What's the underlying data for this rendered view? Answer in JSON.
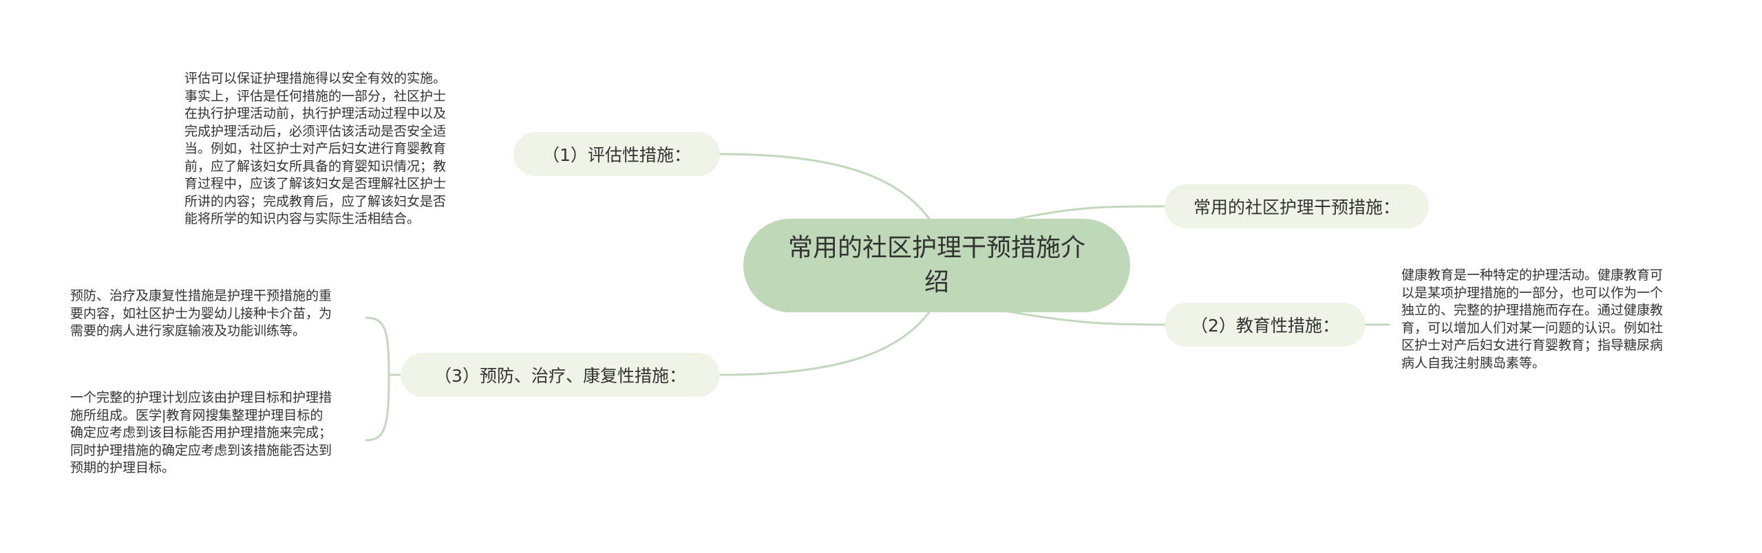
{
  "mindmap": {
    "root": {
      "title": "常用的社区护理干预措施介绍"
    },
    "branches": {
      "assessment": {
        "label": "（1）评估性措施："
      },
      "common": {
        "label": "常用的社区护理干预措施："
      },
      "education": {
        "label": "（2）教育性措施："
      },
      "prevention": {
        "label": "（3）预防、治疗、康复性措施："
      }
    },
    "notes": {
      "assessment": "评估可以保证护理措施得以安全有效的实施。\n事实上，评估是任何措施的一部分，社区护士\n在执行护理活动前，执行护理活动过程中以及\n完成护理活动后，必须评估该活动是否安全适\n当。例如，社区护士对产后妇女进行育婴教育\n前，应了解该妇女所具备的育婴知识情况；教\n育过程中，应该了解该妇女是否理解社区护士\n所讲的内容；完成教育后，应了解该妇女是否\n能将所学的知识内容与实际生活相结合。",
      "education": "健康教育是一种特定的护理活动。健康教育可\n以是某项护理措施的一部分，也可以作为一个\n独立的、完整的护理措施而存在。通过健康教\n育，可以增加人们对某一问题的认识。例如社\n区护士对产后妇女进行育婴教育；指导糖尿病\n病人自我注射胰岛素等。",
      "prevention_1": "预防、治疗及康复性措施是护理干预措施的重\n要内容，如社区护士为婴幼儿接种卡介苗，为\n需要的病人进行家庭输液及功能训练等。",
      "prevention_2": "一个完整的护理计划应该由护理目标和护理措\n施所组成。医学|教育网搜集整理护理目标的\n确定应考虑到该目标能否用护理措施来完成；\n同时护理措施的确定应考虑到该措施能否达到\n预期的护理目标。"
    },
    "colors": {
      "root_fill": "#bfd9b8",
      "branch_fill": "#eef4e6",
      "connector": "#c2d8bc",
      "text": "#333333"
    }
  }
}
